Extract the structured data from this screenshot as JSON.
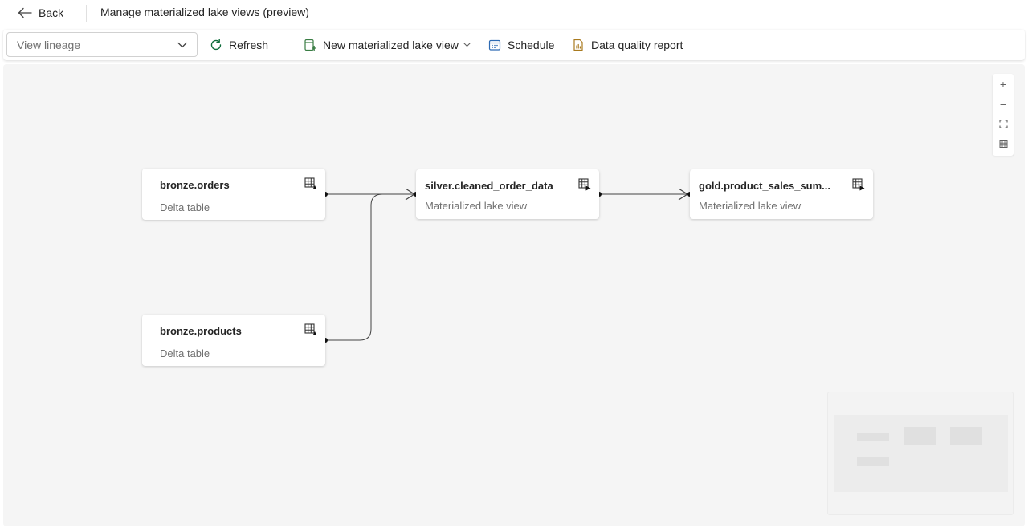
{
  "header": {
    "back_label": "Back",
    "title": "Manage materialized lake views (preview)"
  },
  "toolbar": {
    "view_select": "View lineage",
    "refresh_label": "Refresh",
    "new_mlv_label": "New materialized lake view",
    "schedule_label": "Schedule",
    "dq_report_label": "Data quality report"
  },
  "nodes": [
    {
      "title": "bronze.orders",
      "type": "Delta table"
    },
    {
      "title": "bronze.products",
      "type": "Delta table"
    },
    {
      "title": "silver.cleaned_order_data",
      "type": "Materialized lake view"
    },
    {
      "title": "gold.product_sales_sum...",
      "type": "Materialized lake view"
    }
  ],
  "edges": [
    {
      "from": "bronze.orders",
      "to": "silver.cleaned_order_data"
    },
    {
      "from": "bronze.products",
      "to": "silver.cleaned_order_data"
    },
    {
      "from": "silver.cleaned_order_data",
      "to": "gold.product_sales_sum..."
    }
  ],
  "zoom_controls": {
    "zoom_in": "+",
    "zoom_out": "−"
  },
  "icons": {
    "back": "arrow-left-icon",
    "dropdown": "chevron-down-icon",
    "refresh": "refresh-icon",
    "new_mlv": "new-view-icon",
    "schedule": "calendar-icon",
    "dq_report": "report-icon",
    "delta_table": "table-delta-icon",
    "materialized_view": "table-view-icon",
    "fit_view": "fit-view-icon",
    "minimap": "minimap-icon"
  },
  "colors": {
    "canvas_bg": "#f5f5f5",
    "node_bg": "#ffffff",
    "edge": "#444444",
    "text": "#242424",
    "subtext": "#707070"
  }
}
